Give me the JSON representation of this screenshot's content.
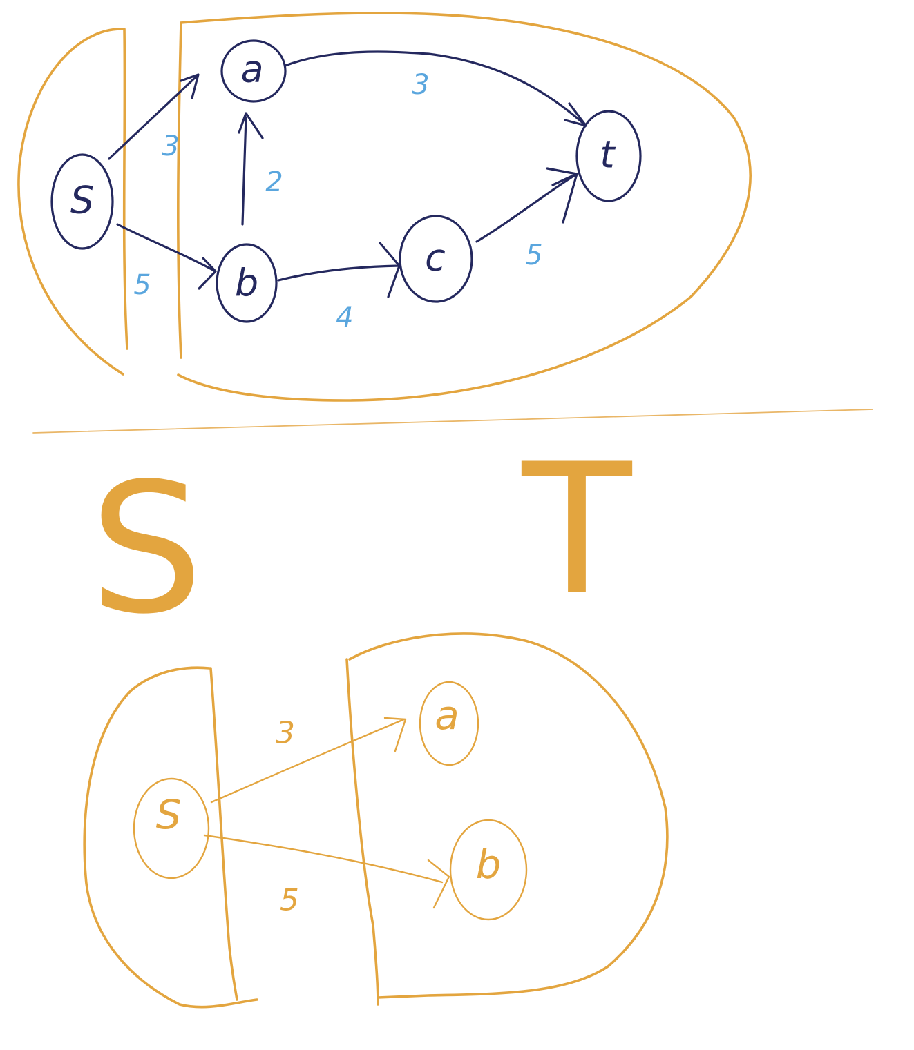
{
  "colors": {
    "navy_ink": "#24285e",
    "gold_ink": "#e3a53f",
    "blue_weights": "#5aa6de",
    "background": "#ffffff"
  },
  "graph": {
    "nodes": {
      "s": "S",
      "a": "a",
      "b": "b",
      "c": "c",
      "t": "t"
    },
    "edges": [
      {
        "from": "s",
        "to": "a",
        "weight": "3"
      },
      {
        "from": "s",
        "to": "b",
        "weight": "5"
      },
      {
        "from": "b",
        "to": "a",
        "weight": "2"
      },
      {
        "from": "a",
        "to": "t",
        "weight": "3"
      },
      {
        "from": "b",
        "to": "c",
        "weight": "4"
      },
      {
        "from": "c",
        "to": "t",
        "weight": "5"
      }
    ]
  },
  "cut_sets": {
    "source_side": "S",
    "sink_side": "T"
  },
  "cut_detail": {
    "nodes": {
      "s": "S",
      "a": "a",
      "b": "b"
    },
    "edges": [
      {
        "from": "s",
        "to": "a",
        "weight": "3"
      },
      {
        "from": "s",
        "to": "b",
        "weight": "5"
      }
    ]
  }
}
